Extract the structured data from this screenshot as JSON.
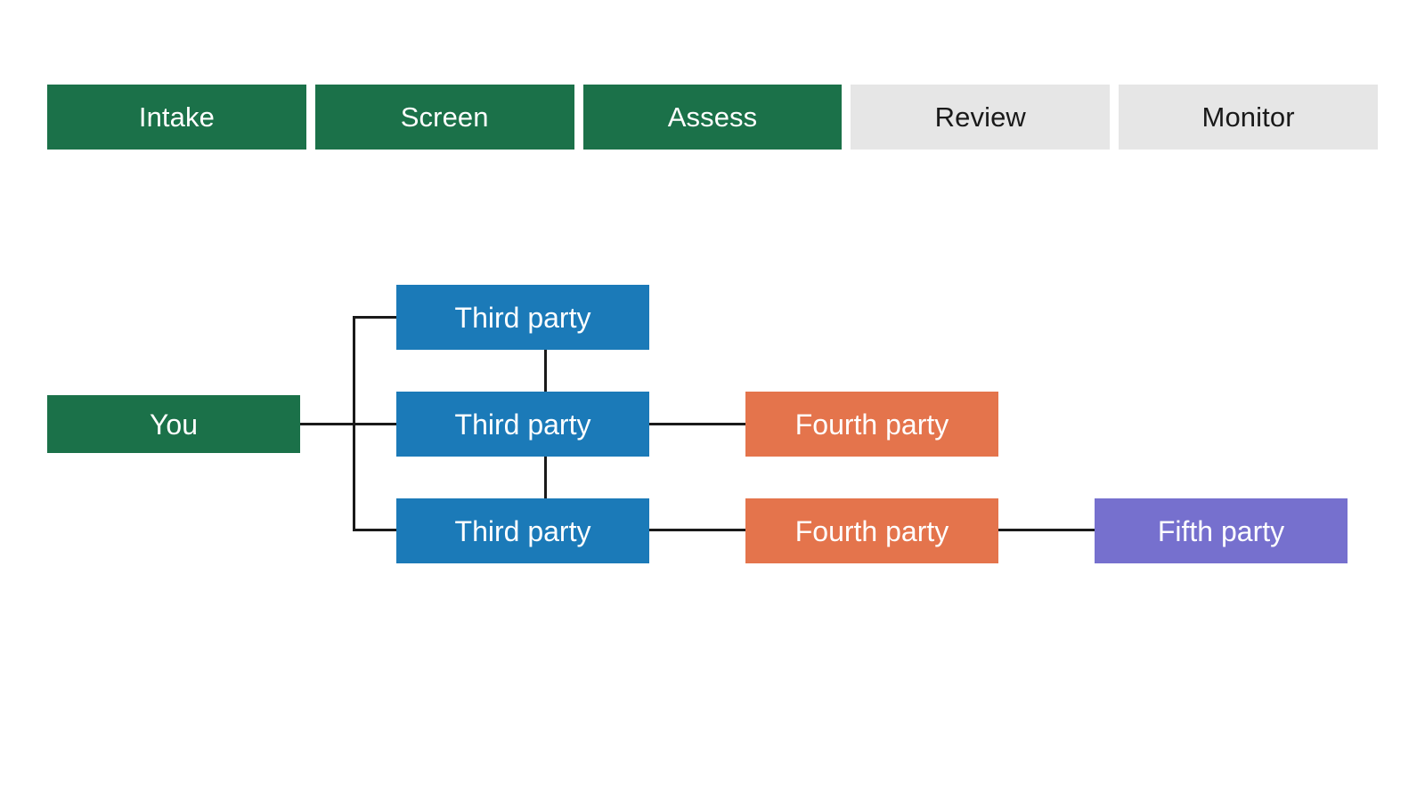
{
  "palette": {
    "active_stage": "#1B7149",
    "inactive_stage": "#E6E6E6",
    "you": "#1B7149",
    "third_party": "#1B7AB8",
    "fourth_party": "#E4744C",
    "fifth_party": "#7670CE",
    "connector": "#1a1a1a",
    "background": "#ffffff"
  },
  "stage_bar": {
    "stages": [
      {
        "label": "Intake",
        "state": "done"
      },
      {
        "label": "Screen",
        "state": "done"
      },
      {
        "label": "Assess",
        "state": "done"
      },
      {
        "label": "Review",
        "state": "todo"
      },
      {
        "label": "Monitor",
        "state": "todo"
      }
    ]
  },
  "diagram": {
    "type": "supply-chain-tree",
    "nodes": [
      {
        "id": "you",
        "label": "You",
        "tier": "you"
      },
      {
        "id": "third-1",
        "label": "Third party",
        "tier": "third"
      },
      {
        "id": "third-2",
        "label": "Third party",
        "tier": "third"
      },
      {
        "id": "third-3",
        "label": "Third party",
        "tier": "third"
      },
      {
        "id": "fourth-1",
        "label": "Fourth party",
        "tier": "fourth"
      },
      {
        "id": "fourth-2",
        "label": "Fourth party",
        "tier": "fourth"
      },
      {
        "id": "fifth-1",
        "label": "Fifth party",
        "tier": "fifth"
      }
    ],
    "edges": [
      {
        "from": "you",
        "to": "third-1"
      },
      {
        "from": "you",
        "to": "third-2"
      },
      {
        "from": "you",
        "to": "third-3"
      },
      {
        "from": "third-1",
        "to": "third-2"
      },
      {
        "from": "third-2",
        "to": "third-3"
      },
      {
        "from": "third-2",
        "to": "fourth-1"
      },
      {
        "from": "third-3",
        "to": "fourth-2"
      },
      {
        "from": "fourth-2",
        "to": "fifth-1"
      }
    ]
  }
}
